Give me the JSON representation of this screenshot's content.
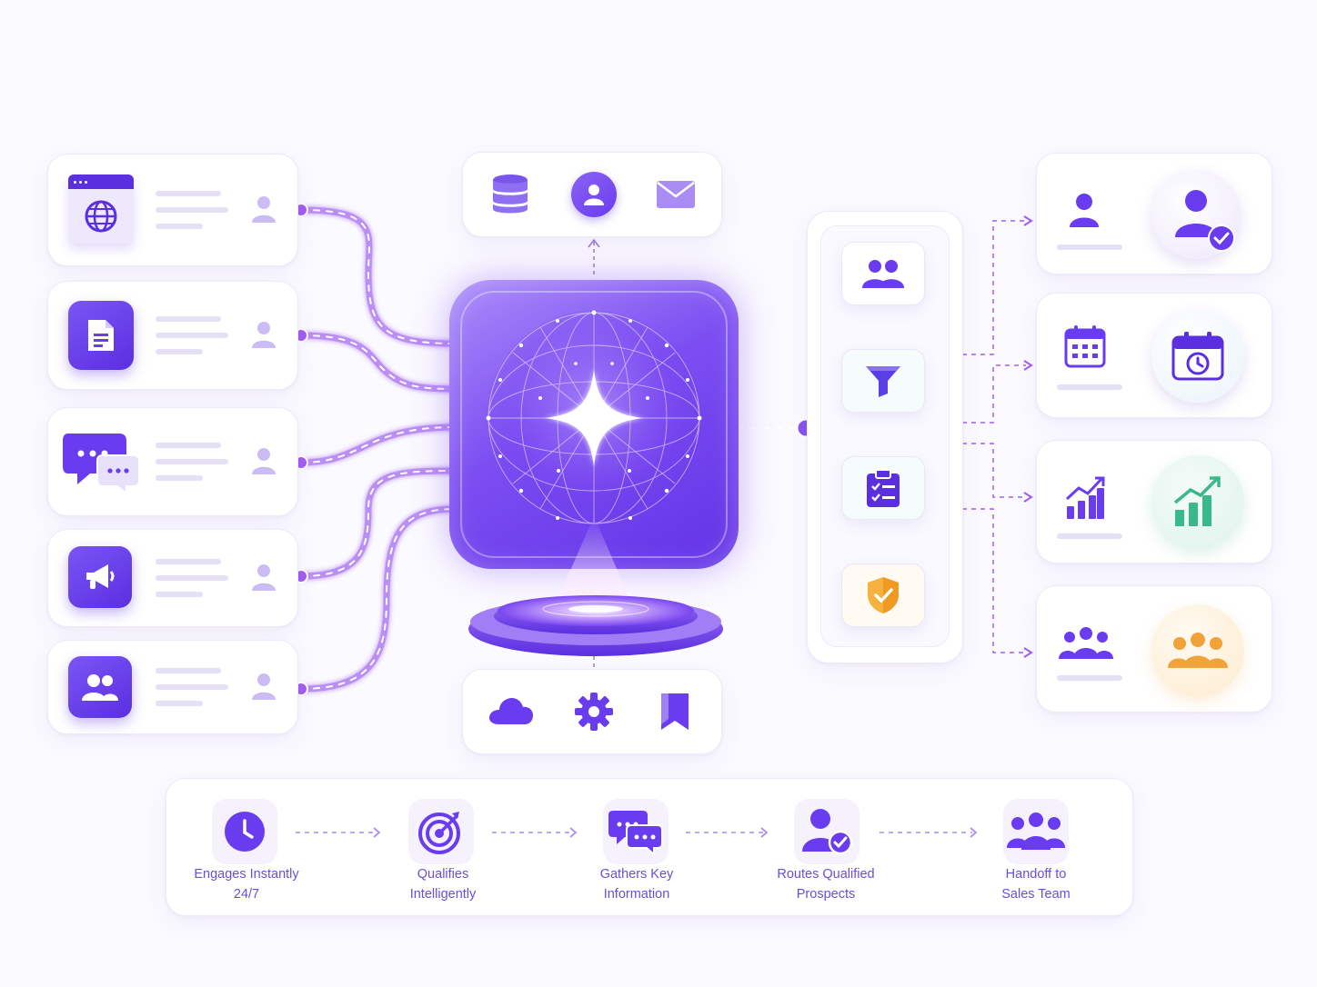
{
  "steps": [
    {
      "line1": "Engages Instantly",
      "line2": "24/7",
      "icon": "clock-icon"
    },
    {
      "line1": "Qualifies",
      "line2": "Intelligently",
      "icon": "target-icon"
    },
    {
      "line1": "Gathers Key",
      "line2": "Information",
      "icon": "chat-bubbles-icon"
    },
    {
      "line1": "Routes Qualified",
      "line2": "Prospects",
      "icon": "user-check-icon"
    },
    {
      "line1": "Handoff to",
      "line2": "Sales Team",
      "icon": "team-icon"
    }
  ],
  "sources": [
    "globe-browser-icon",
    "document-icon",
    "chat-icon",
    "megaphone-icon",
    "users-icon"
  ],
  "top_integrations": [
    "database-icon",
    "user-circle-icon",
    "mail-icon"
  ],
  "bottom_integrations": [
    "cloud-icon",
    "gear-icon",
    "bookmark-icon"
  ],
  "pipeline": [
    "group-icon",
    "funnel-icon",
    "clipboard-icon",
    "shield-check-icon"
  ],
  "outcomes": [
    "verified-user-icon",
    "calendar-clock-icon",
    "growth-chart-icon",
    "team-icon"
  ],
  "colors": {
    "primary": "#6a3cf0",
    "accent_purple": "#a45ef0",
    "green": "#39b98a",
    "orange": "#f2a23a",
    "text": "#6a4fd6"
  }
}
